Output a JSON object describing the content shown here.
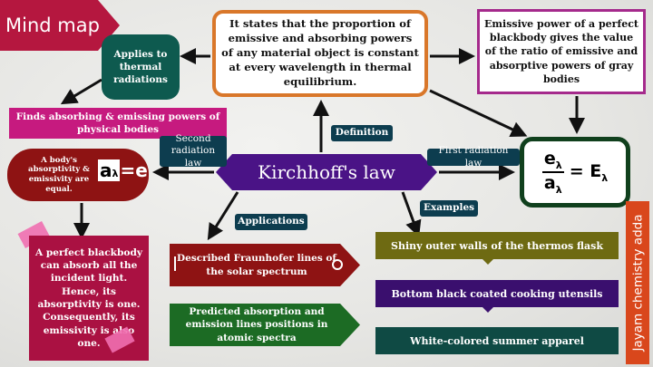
{
  "badge": {
    "label": "Mind map"
  },
  "center": {
    "label": "Kirchhoff's law"
  },
  "definition": {
    "tag": "Definition",
    "text": "It states that the proportion of emissive and absorbing powers of any material object is constant at every wavelength in thermal equilibrium."
  },
  "applies": {
    "text": "Applies to thermal radiations"
  },
  "emissive_power": {
    "text": "Emissive power of a perfect blackbody gives the value of the ratio of emissive and absorptive powers of gray bodies"
  },
  "finds": {
    "text": "Finds absorbing & emissing powers of physical bodies"
  },
  "second_law": {
    "tag": "Second radiation law",
    "text": "A body's absorptivity & emissivity are equal.",
    "eq_symbol": "a",
    "eq_sub": "λ",
    "eq_rhs": "=e"
  },
  "first_law": {
    "tag": "First radiation law",
    "num": "e",
    "num_sub": "λ",
    "den": "a",
    "den_sub": "λ",
    "rhs": "= E",
    "rhs_sub": "λ"
  },
  "blackbody": {
    "text": "A perfect blackbody can absorb all the incident light. Hence, its absorptivity is one. Consequently, its emissivity is also one."
  },
  "applications": {
    "tag": "Applications",
    "items": [
      "Described Fraunhofer lines of the solar spectrum",
      "Predicted absorption and emission lines positions in atomic spectra"
    ]
  },
  "examples": {
    "tag": "Examples",
    "items": [
      "Shiny outer walls of the thermos flask",
      "Bottom black coated cooking utensils",
      "White-colored summer apparel"
    ]
  },
  "brand": {
    "text": "Jayam chemistry adda"
  },
  "colors": {
    "center": "#4a1386",
    "badge": "#b5173f",
    "definition_border": "#d9772a",
    "emissive_border": "#a52a8c",
    "formula_border": "#10401d",
    "brand": "#d9471c"
  }
}
